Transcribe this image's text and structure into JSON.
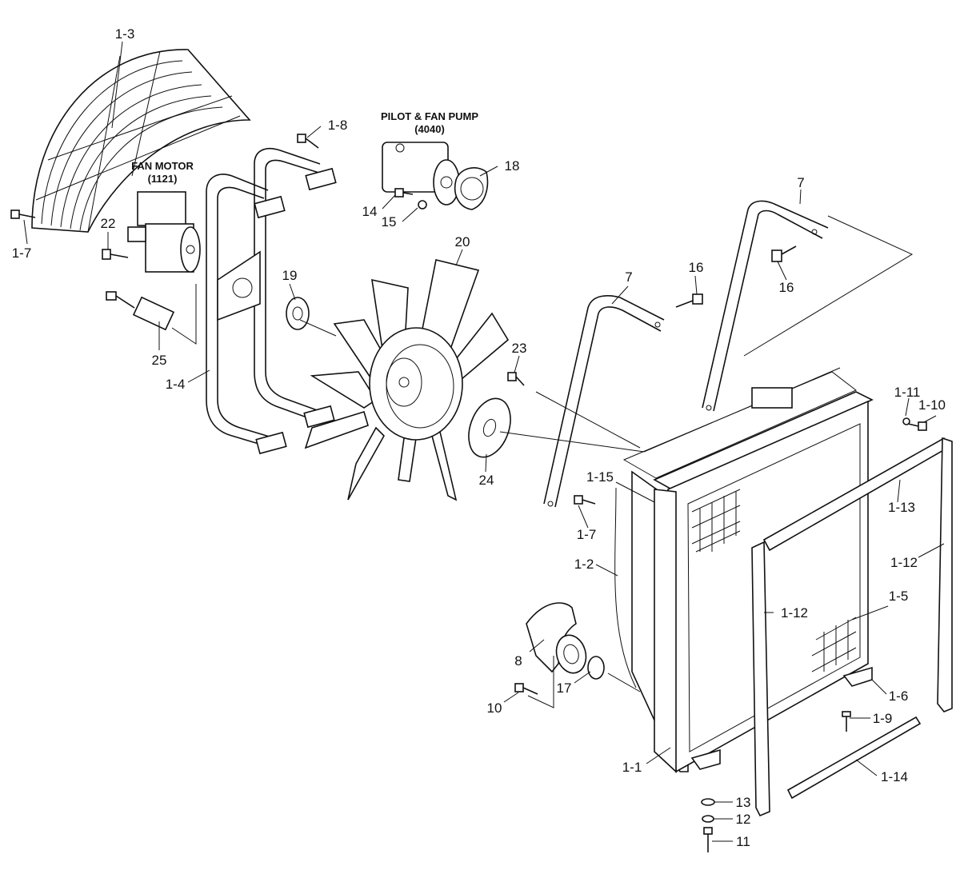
{
  "titles": {
    "pump": "PILOT & FAN PUMP",
    "pump_code": "(4040)",
    "motor": "FAN MOTOR",
    "motor_code": "(1121)"
  },
  "labels": {
    "l1_3": "1-3",
    "l1_7_top": "1-7",
    "l1_8": "1-8",
    "l22": "22",
    "l25": "25",
    "l1_4": "1-4",
    "l19": "19",
    "l20": "20",
    "l14": "14",
    "l15": "15",
    "l18": "18",
    "l7_left": "7",
    "l7_right": "7",
    "l16_left": "16",
    "l16_right": "16",
    "l23": "23",
    "l24": "24",
    "l1_15": "1-15",
    "l1_7_mid": "1-7",
    "l1_2": "1-2",
    "l8": "8",
    "l17": "17",
    "l10_bottom": "10",
    "l1_1": "1-1",
    "l1_11": "1-11",
    "l1_10": "1-10",
    "l1_13": "1-13",
    "l1_12_right": "1-12",
    "l1_12_left": "1-12",
    "l1_5": "1-5",
    "l1_6": "1-6",
    "l1_9": "1-9",
    "l1_14": "1-14",
    "l13": "13",
    "l12": "12",
    "l11": "11"
  }
}
